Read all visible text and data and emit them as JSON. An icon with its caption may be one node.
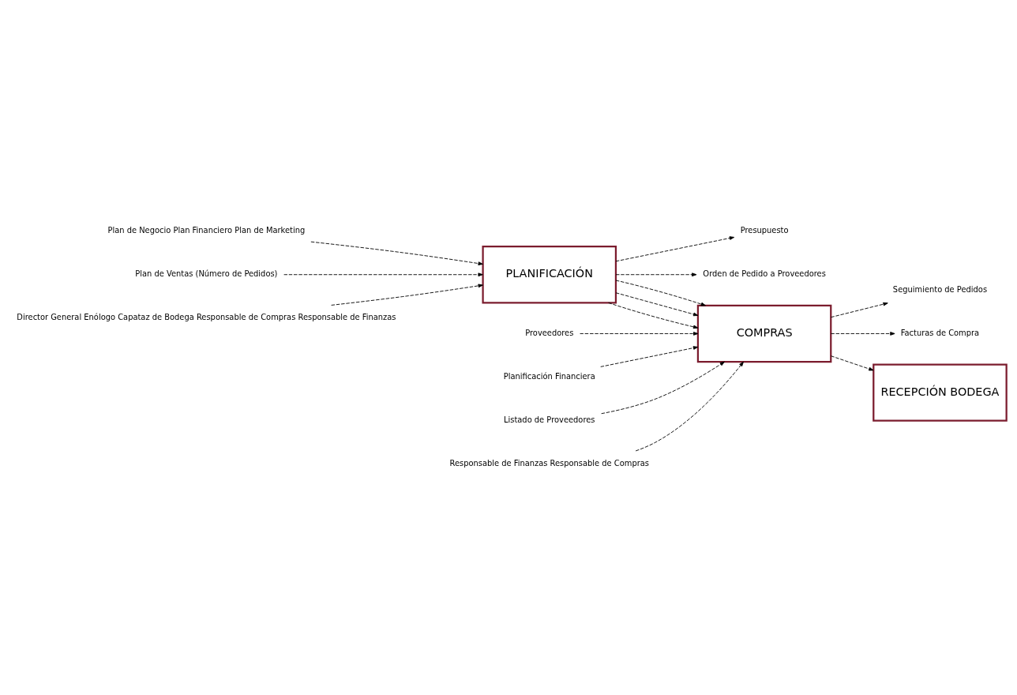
{
  "diagram": {
    "nodes": [
      {
        "text": [
          "Plan de Negocio Plan Financiero Plan de Marketing"
        ]
      },
      {
        "text": [
          "Plan de Ventas (Número de Pedidos)"
        ]
      },
      {
        "text": [
          "PLANIFICACIÓN"
        ]
      },
      {
        "text": [
          "Presupuesto"
        ]
      },
      {
        "text": [
          "Orden de Pedido a Proveedores"
        ]
      },
      {
        "text": [
          "Director General Enólogo Capataz de Bodega Responsable de Compras Responsable de Finanzas"
        ]
      },
      {
        "text": [
          "Proveedores"
        ]
      },
      {
        "text": [
          "Planificación Financiera"
        ]
      },
      {
        "text": [
          "COMPRAS"
        ]
      },
      {
        "text": [
          "Listado de Proveedores"
        ]
      },
      {
        "text": [
          "Seguimiento de Pedidos"
        ]
      },
      {
        "text": [
          "Facturas de Compra"
        ]
      },
      {
        "text": [
          "Responsable de Finanzas Responsable de Compras"
        ]
      },
      {
        "text": [
          "RECEPCIÓN BODEGA"
        ]
      }
    ],
    "edges": [
      {
        "from": 0,
        "to": 2,
        "arrow": "to",
        "style": "dashed"
      },
      {
        "from": 1,
        "to": 2,
        "arrow": "to",
        "style": "dashed"
      },
      {
        "from": 5,
        "to": 2,
        "arrow": "to",
        "style": "dashed"
      },
      {
        "from": 2,
        "to": 3,
        "arrow": "to",
        "style": "dashed"
      },
      {
        "from": 2,
        "to": 4,
        "arrow": "to",
        "style": "dashed"
      },
      {
        "from": 2,
        "to": 8,
        "arrow": "to",
        "style": "dashed"
      },
      {
        "from": 2,
        "to": 8,
        "arrow": "to",
        "style": "dashed"
      },
      {
        "from": 2,
        "to": 8,
        "arrow": "to",
        "style": "dashed"
      },
      {
        "from": 6,
        "to": 8,
        "arrow": "to",
        "style": "dashed"
      },
      {
        "from": 7,
        "to": 8,
        "arrow": "to",
        "style": "dashed"
      },
      {
        "from": 9,
        "to": 8,
        "arrow": "to",
        "style": "dashed"
      },
      {
        "from": 12,
        "to": 8,
        "arrow": "to",
        "style": "dashed"
      },
      {
        "from": 8,
        "to": 10,
        "arrow": "to",
        "style": "dashed"
      },
      {
        "from": 8,
        "to": 11,
        "arrow": "to",
        "style": "dashed"
      },
      {
        "from": 8,
        "to": 13,
        "arrow": "to",
        "style": "dashed"
      }
    ]
  }
}
